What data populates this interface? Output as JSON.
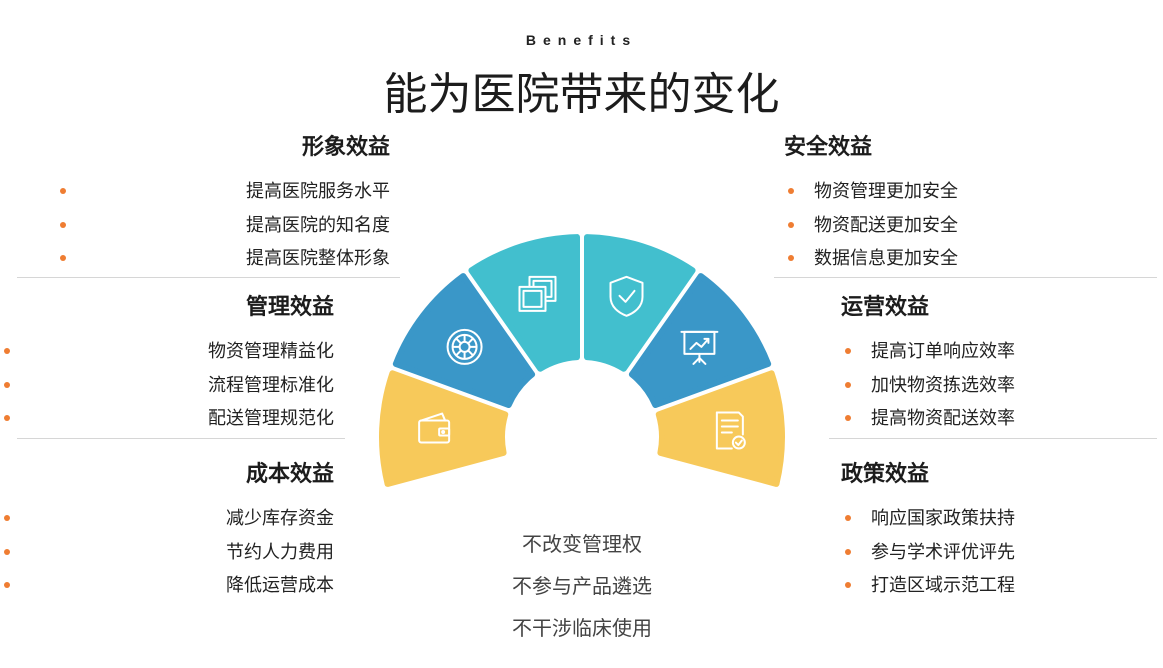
{
  "eyebrow": "Benefits",
  "title": "能为医院带来的变化",
  "groups": {
    "image": {
      "title": "形象效益",
      "items": [
        "提高医院服务水平",
        "提高医院的知名度",
        "提高医院整体形象"
      ]
    },
    "management": {
      "title": "管理效益",
      "items": [
        "物资管理精益化",
        "流程管理标准化",
        "配送管理规范化"
      ]
    },
    "cost": {
      "title": "成本效益",
      "items": [
        "减少库存资金",
        "节约人力费用",
        "降低运营成本"
      ]
    },
    "safety": {
      "title": "安全效益",
      "items": [
        "物资管理更加安全",
        "物资配送更加安全",
        "数据信息更加安全"
      ]
    },
    "operation": {
      "title": "运营效益",
      "items": [
        "提高订单响应效率",
        "加快物资拣选效率",
        "提高物资配送效率"
      ]
    },
    "policy": {
      "title": "政策效益",
      "items": [
        "响应国家政策扶持",
        "参与学术评优评先",
        "打造区域示范工程"
      ]
    }
  },
  "center_notes": [
    "不改变管理权",
    "不参与产品遴选",
    "不干涉临床使用"
  ],
  "colors": {
    "teal": "#42bfce",
    "blue": "#3a97c8",
    "yellow": "#f7c95a",
    "bullet": "#ef7d32"
  },
  "segments": [
    {
      "name": "cost-segment",
      "color": "yellow",
      "icon": "wallet-icon"
    },
    {
      "name": "management-segment",
      "color": "blue",
      "icon": "gear-icon"
    },
    {
      "name": "image-segment",
      "color": "teal",
      "icon": "picture-frames-icon"
    },
    {
      "name": "safety-segment",
      "color": "teal",
      "icon": "shield-check-icon"
    },
    {
      "name": "operation-segment",
      "color": "blue",
      "icon": "presentation-chart-icon"
    },
    {
      "name": "policy-segment",
      "color": "yellow",
      "icon": "document-badge-icon"
    }
  ]
}
